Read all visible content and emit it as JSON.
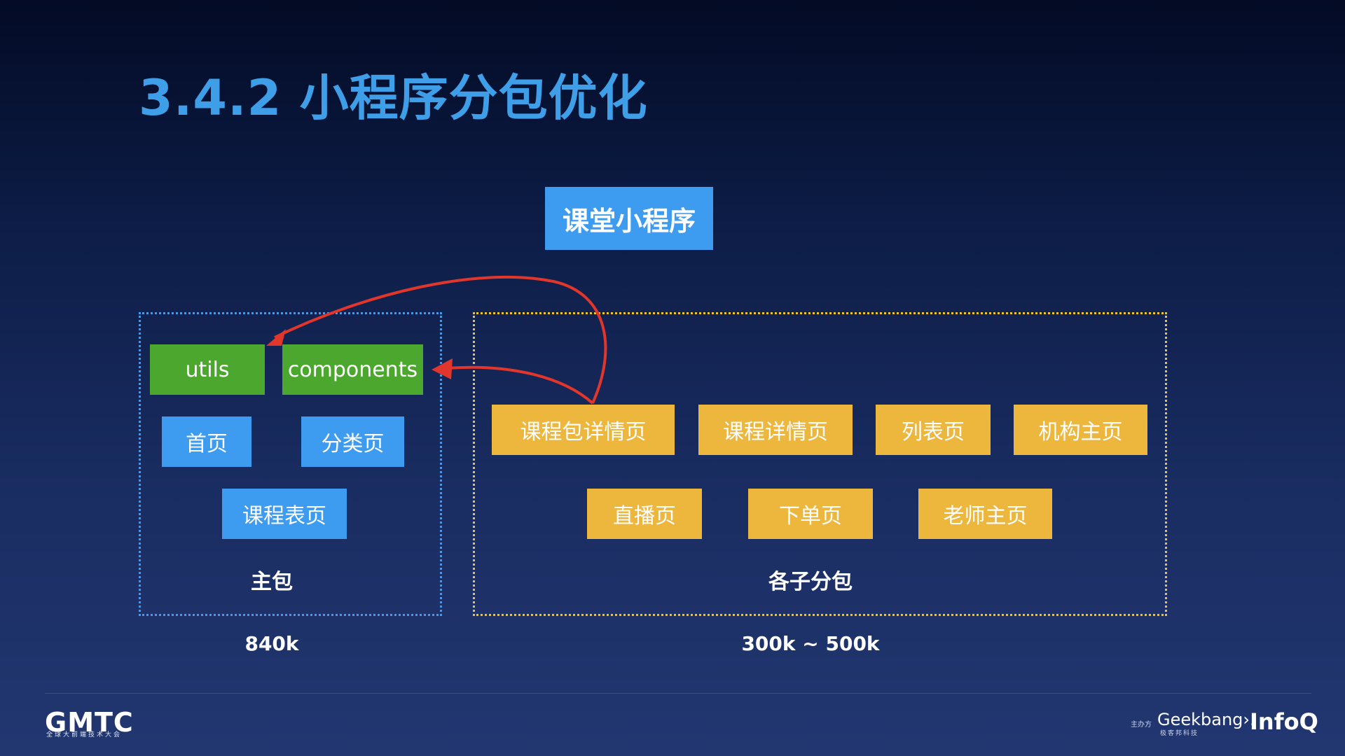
{
  "title": "3.4.2 小程序分包优化",
  "root": "课堂小程序",
  "main_package": {
    "shared": [
      "utils",
      "components"
    ],
    "pages": [
      "首页",
      "分类页",
      "课程表页"
    ],
    "label": "主包",
    "size": "840k"
  },
  "sub_packages": {
    "row1": [
      "课程包详情页",
      "课程详情页",
      "列表页",
      "机构主页"
    ],
    "row2": [
      "直播页",
      "下单页",
      "老师主页"
    ],
    "label": "各子分包",
    "size": "300k ~ 500k"
  },
  "footer": {
    "logo": "GMTC",
    "logo_sub": "全球大前端技术大会",
    "sponsor_label": "主办方",
    "geekbang": "Geekbang›.",
    "geekbang_sub": "极客邦科技",
    "infoq": "InfoQ"
  },
  "colors": {
    "title": "#3f9ee8",
    "blue_box": "#3d9cf0",
    "green_box": "#4ca72f",
    "yellow_box": "#ecb73c",
    "arrow": "#e0362c"
  }
}
